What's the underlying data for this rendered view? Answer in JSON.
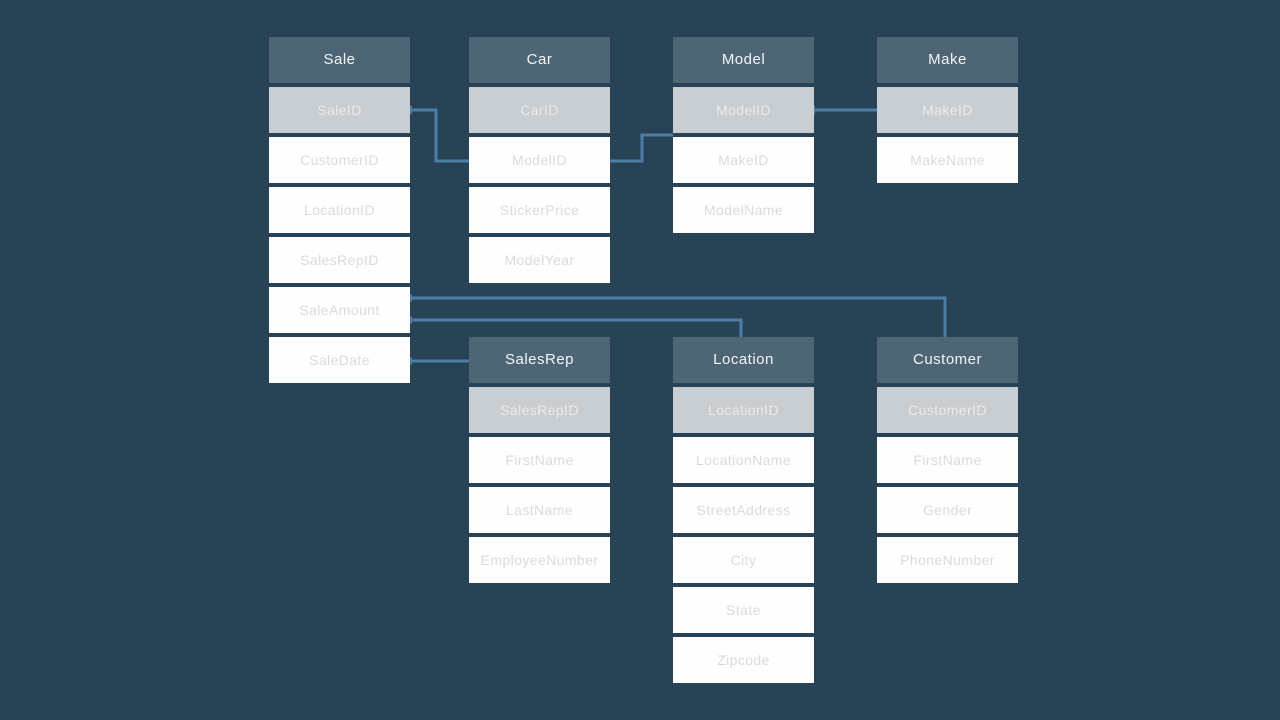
{
  "colors": {
    "background": "#294356",
    "table_header_bg": "#4e6575",
    "key_row_bg": "#c8cdd1",
    "row_bg": "#fefefe",
    "header_text": "#f2f5f6",
    "key_row_text": "#e9ebec",
    "row_text": "#d8dbdd",
    "connector": "#4d7ea5"
  },
  "tables": [
    {
      "name": "Sale",
      "primary_key": "SaleID",
      "rows": [
        "SaleID",
        "CustomerID",
        "LocationID",
        "SalesRepID",
        "SaleAmount",
        "SaleDate"
      ]
    },
    {
      "name": "Car",
      "primary_key": "CarID",
      "rows": [
        "CarID",
        "ModelID",
        "StickerPrice",
        "ModelYear"
      ]
    },
    {
      "name": "Model",
      "primary_key": "ModelID",
      "rows": [
        "ModelID",
        "MakeID",
        "ModelName"
      ]
    },
    {
      "name": "Make",
      "primary_key": "MakeID",
      "rows": [
        "MakeID",
        "MakeName"
      ]
    },
    {
      "name": "SalesRep",
      "primary_key": "SalesRepID",
      "rows": [
        "SalesRepID",
        "FirstName",
        "LastName",
        "EmployeeNumber"
      ]
    },
    {
      "name": "Location",
      "primary_key": "LocationID",
      "rows": [
        "LocationID",
        "LocationName",
        "StreetAddress",
        "City",
        "State",
        "Zipcode"
      ]
    },
    {
      "name": "Customer",
      "primary_key": "CustomerID",
      "rows": [
        "CustomerID",
        "FirstName",
        "Gender",
        "PhoneNumber"
      ]
    }
  ],
  "relationships": [
    {
      "a": "Sale.SaleID",
      "b": "Car.ModelID"
    },
    {
      "a": "Car.ModelID",
      "b": "Model"
    },
    {
      "a": "Model.ModelID",
      "b": "Make.MakeID"
    },
    {
      "a": "Sale.SaleAmount",
      "b": "Customer"
    },
    {
      "a": "Sale.SaleAmount",
      "b": "Location"
    },
    {
      "a": "Sale.SaleDate",
      "b": "SalesRep"
    }
  ]
}
